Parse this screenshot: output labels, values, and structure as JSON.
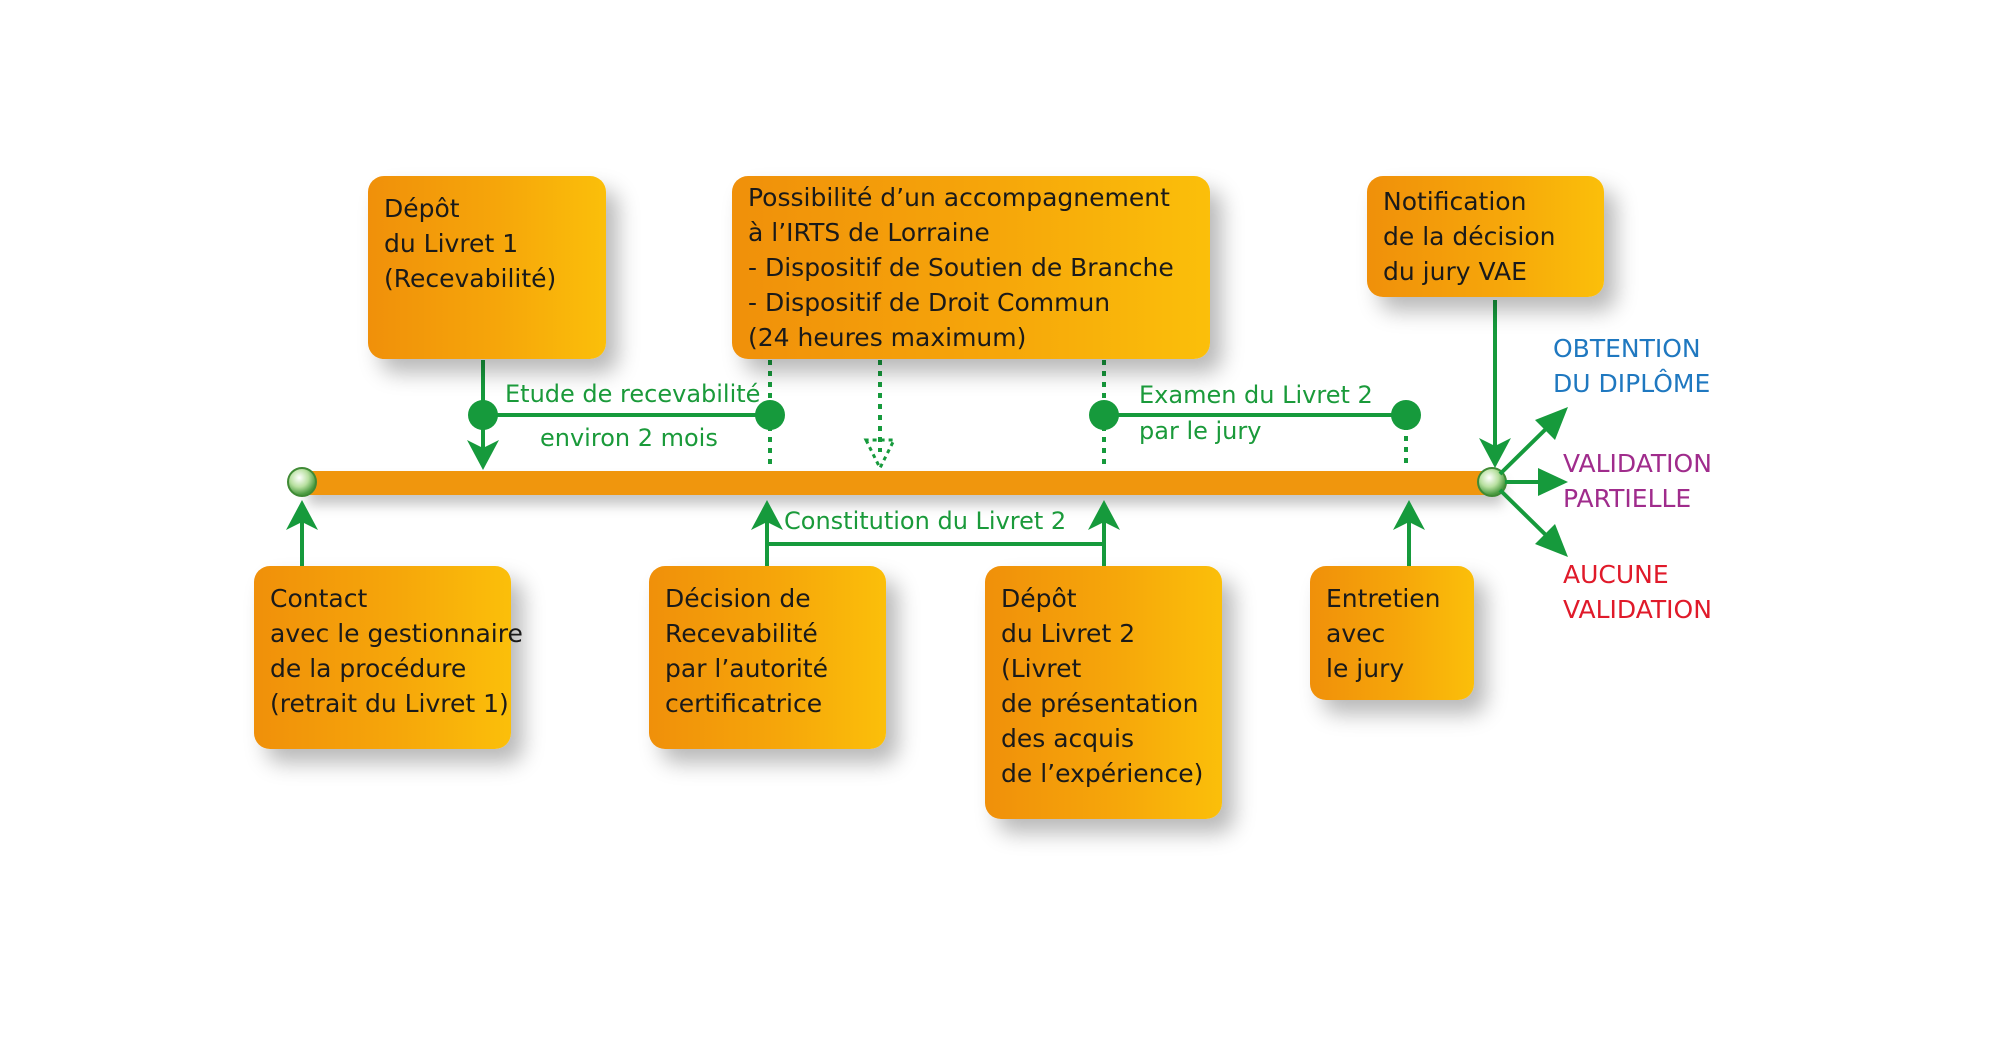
{
  "colors": {
    "timeline": "#f0960c",
    "green": "#169a3c",
    "label_green": "#1a9a3a",
    "obtention": "#1f78c0",
    "partielle": "#a02c8c",
    "aucune": "#e01a2a"
  },
  "boxes": {
    "depot_livret1": [
      "Dépôt",
      "du Livret 1",
      "(Recevabilité)"
    ],
    "accompagnement": [
      "Possibilité d’un accompagnement",
      "à l’IRTS de Lorraine",
      "- Dispositif de Soutien de Branche",
      "- Dispositif de Droit Commun",
      "(24 heures maximum)"
    ],
    "notification": [
      "Notification",
      "de la décision",
      "du jury VAE"
    ],
    "contact": [
      "Contact",
      "avec le gestionnaire",
      "de la procédure",
      "(retrait du Livret 1)"
    ],
    "decision": [
      "Décision de",
      "Recevabilité",
      "par l’autorité",
      "certificatrice"
    ],
    "depot_livret2": [
      "Dépôt",
      "du Livret 2",
      "(Livret",
      "de présentation",
      "des acquis",
      "de l’expérience)"
    ],
    "entretien": [
      "Entretien",
      "avec",
      "le jury"
    ]
  },
  "labels": {
    "etude": "Etude de recevabilité",
    "environ": "environ 2 mois",
    "examen_1": "Examen du Livret 2",
    "examen_2": "par le jury",
    "constitution": "Constitution du Livret 2"
  },
  "outcomes": {
    "obtention": [
      "OBTENTION",
      "DU DIPLÔME"
    ],
    "partielle": [
      "VALIDATION",
      "PARTIELLE"
    ],
    "aucune": [
      "AUCUNE",
      "VALIDATION"
    ]
  }
}
